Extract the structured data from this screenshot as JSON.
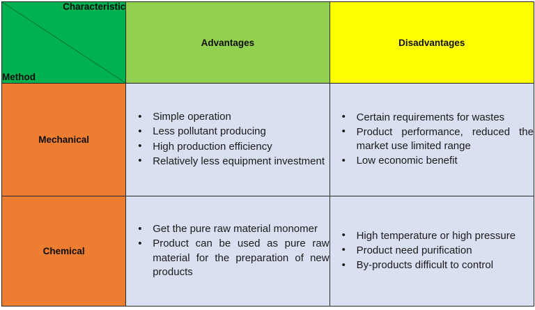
{
  "table": {
    "corner": {
      "top_label": "Characteristic",
      "bottom_label": "Method",
      "divider": "diagonal-line"
    },
    "column_headers": [
      {
        "key": "method",
        "label": ""
      },
      {
        "key": "advantages",
        "label": "Advantages"
      },
      {
        "key": "disadvantages",
        "label": "Disadvantages"
      }
    ],
    "rows": [
      {
        "method": "Mechanical",
        "advantages": [
          "Simple operation",
          "Less pollutant producing",
          "High production efficiency",
          "Relatively less equipment investment"
        ],
        "disadvantages": [
          "Certain requirements for wastes",
          "Product performance, reduced the market use limited range",
          "Low economic benefit"
        ]
      },
      {
        "method": "Chemical",
        "advantages": [
          "Get the pure raw material monomer",
          "Product can be used as pure raw material for the preparation of new products"
        ],
        "disadvantages": [
          "High temperature or high pressure",
          "Product need purification",
          "By-products difficult to control"
        ]
      }
    ]
  },
  "colors": {
    "corner_header_bg": "#00B14F",
    "advantages_header_bg": "#92D050",
    "disadvantages_header_bg": "#FFFF00",
    "method_cell_bg": "#ED7D31",
    "body_cell_bg": "#D9E0F1",
    "border": "#262626",
    "text": "#1a1a1a"
  }
}
